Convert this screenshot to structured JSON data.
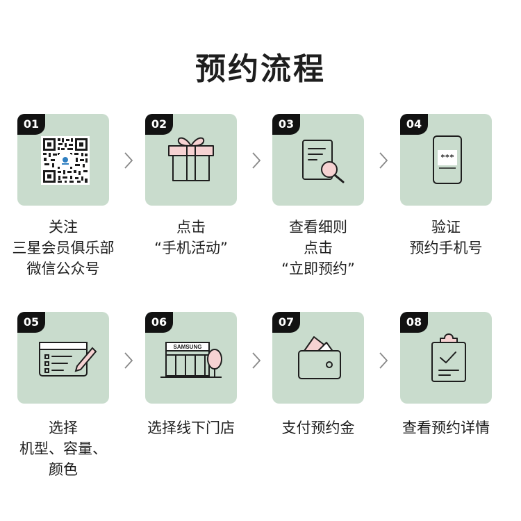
{
  "title": "预约流程",
  "colors": {
    "card_bg": "#c9dccd",
    "badge_bg": "#121212",
    "accent_pink": "#f6d2d2",
    "ink": "#1e1e1e"
  },
  "steps": [
    {
      "num": "01",
      "icon": "qr-code-icon",
      "lines": [
        "关注",
        "三星会员俱乐部",
        "微信公众号"
      ]
    },
    {
      "num": "02",
      "icon": "gift-icon",
      "lines": [
        "点击",
        "“手机活动”"
      ]
    },
    {
      "num": "03",
      "icon": "document-magnifier-icon",
      "lines": [
        "查看细则",
        "点击",
        "“立即预约”"
      ]
    },
    {
      "num": "04",
      "icon": "phone-password-icon",
      "lines": [
        "验证",
        "预约手机号"
      ],
      "screen_text": "***"
    },
    {
      "num": "05",
      "icon": "selection-form-icon",
      "lines": [
        "选择",
        "机型、容量、",
        "颜色"
      ]
    },
    {
      "num": "06",
      "icon": "store-icon",
      "lines": [
        "选择线下门店"
      ],
      "sign_text": "SAMSUNG"
    },
    {
      "num": "07",
      "icon": "wallet-icon",
      "lines": [
        "支付预约金"
      ]
    },
    {
      "num": "08",
      "icon": "clipboard-check-icon",
      "lines": [
        "查看预约详情"
      ]
    }
  ]
}
